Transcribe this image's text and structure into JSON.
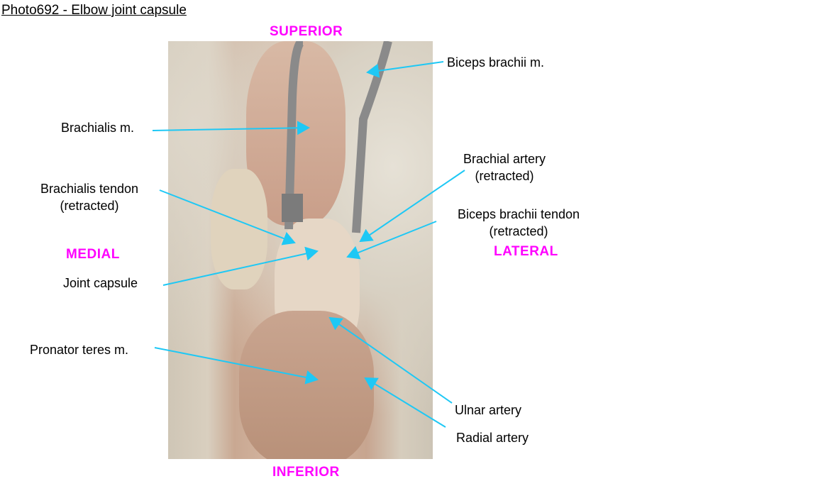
{
  "title": "Photo692 - Elbow joint capsule",
  "orientation": {
    "superior": "SUPERIOR",
    "inferior": "INFERIOR",
    "medial": "MEDIAL",
    "lateral": "LATERAL"
  },
  "labels": {
    "biceps_brachii": "Biceps brachii m.",
    "brachialis": "Brachialis m.",
    "brachial_artery_1": "Brachial artery",
    "brachial_artery_2": "(retracted)",
    "brachialis_tendon_1": "Brachialis tendon",
    "brachialis_tendon_2": "(retracted)",
    "biceps_tendon_1": "Biceps brachii tendon",
    "biceps_tendon_2": "(retracted)",
    "joint_capsule": "Joint capsule",
    "pronator_teres": "Pronator teres m.",
    "ulnar_artery": "Ulnar artery",
    "radial_artery": "Radial artery"
  },
  "colors": {
    "leader": "#1ec8f5",
    "orientation": "#ff00ff"
  }
}
